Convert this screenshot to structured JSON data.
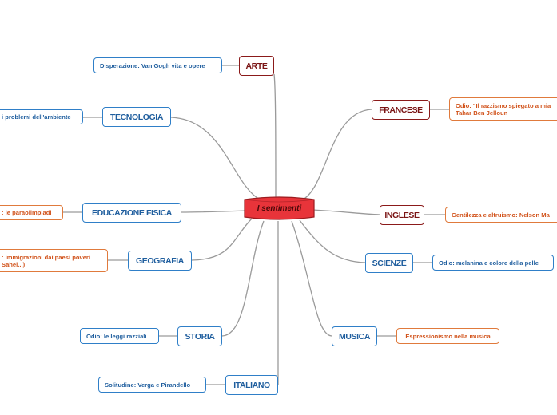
{
  "central": {
    "label": "I sentimenti"
  },
  "topics": {
    "arte": "ARTE",
    "tecnologia": "TECNOLOGIA",
    "educazione_fisica": "EDUCAZIONE FISICA",
    "geografia": "GEOGRAFIA",
    "storia": "STORIA",
    "italiano": "ITALIANO",
    "francese": "FRANCESE",
    "inglese": "INGLESE",
    "scienze": "SCIENZE",
    "musica": "MUSICA"
  },
  "leaves": {
    "arte": "Disperazione: Van Gogh vita e opere",
    "tecnologia": "i problemi dell'ambiente",
    "educazione_fisica": ": le paraolimpiadi",
    "geografia_line1": ": immigrazioni dai paesi poveri",
    "geografia_line2": "Sahel...)",
    "storia": "Odio: le leggi razziali",
    "italiano": "Solitudine: Verga e Pirandello",
    "francese_line1": "Odio: \"Il razzismo spiegato a mia",
    "francese_line2": "Tahar Ben Jelloun",
    "inglese": "Gentilezza e altruismo: Nelson Ma",
    "scienze": "Odio: melanina e colore della pelle",
    "musica": "Espressionismo nella musica"
  },
  "colors": {
    "central_fill": "#e8343a",
    "blue_border": "#2f7fc8",
    "red_border": "#8b1a1a",
    "orange_border": "#e07a3c",
    "connector": "#9a9a9a"
  }
}
